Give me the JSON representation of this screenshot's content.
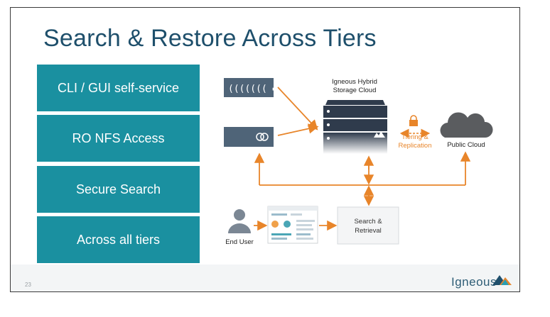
{
  "slide": {
    "title": "Search & Restore Across Tiers",
    "features": [
      "CLI / GUI self-service",
      "RO NFS Access",
      "Secure Search",
      "Across all tiers"
    ],
    "page_number": "23",
    "brand": "Igneous"
  },
  "diagram": {
    "device1_glyph": "((((((( ▬",
    "device2_glyph": "◎",
    "cloud_label_line1": "Igneous Hybrid",
    "cloud_label_line2": "Storage Cloud",
    "tiering_line1": "Tiering &",
    "tiering_line2": "Replication",
    "public_cloud": "Public Cloud",
    "search_line1": "Search &",
    "search_line2": "Retrieval",
    "end_user": "End User",
    "colors": {
      "teal": "#1a90a0",
      "orange": "#e8852a",
      "device": "#4f6478",
      "server": "#2f3b4c",
      "cloud_gray": "#5a5c5f",
      "title_blue": "#1e4f6b"
    }
  }
}
